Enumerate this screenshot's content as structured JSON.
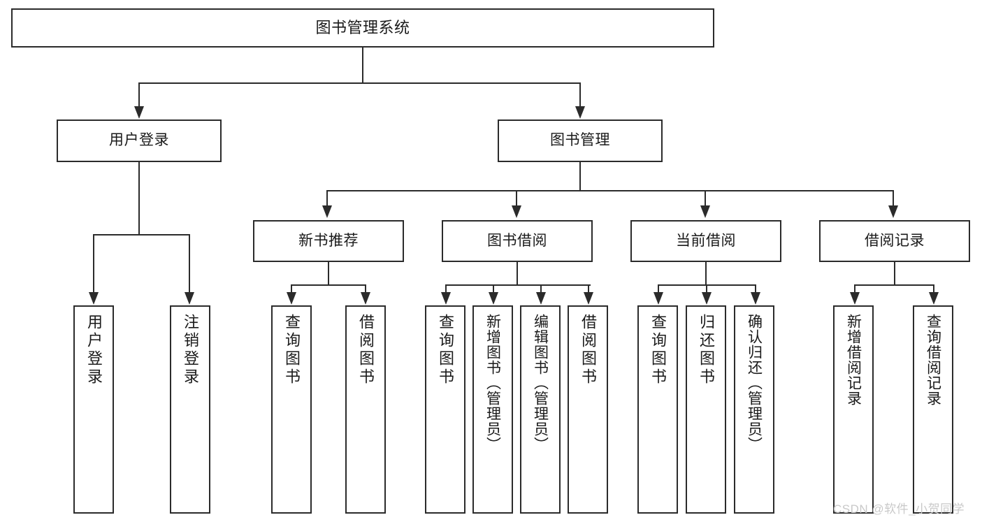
{
  "diagram": {
    "title": "图书管理系统",
    "type": "hierarchy-tree",
    "root": {
      "label": "图书管理系统"
    },
    "level1": [
      {
        "label": "用户登录"
      },
      {
        "label": "图书管理"
      }
    ],
    "level2": [
      {
        "label": "新书推荐"
      },
      {
        "label": "图书借阅"
      },
      {
        "label": "当前借阅"
      },
      {
        "label": "借阅记录"
      }
    ],
    "leaves": {
      "user_login": [
        {
          "label": "用户登录"
        },
        {
          "label": "注销登录"
        }
      ],
      "new_book_recommend": [
        {
          "label": "查询图书"
        },
        {
          "label": "借阅图书"
        }
      ],
      "book_borrow": [
        {
          "label": "查询图书"
        },
        {
          "label": "新增图书（管理员）"
        },
        {
          "label": "编辑图书（管理员）"
        },
        {
          "label": "借阅图书"
        }
      ],
      "current_borrow": [
        {
          "label": "查询图书"
        },
        {
          "label": "归还图书"
        },
        {
          "label": "确认归还（管理员）"
        }
      ],
      "borrow_record": [
        {
          "label": "新增借阅记录"
        },
        {
          "label": "查询借阅记录"
        }
      ]
    }
  },
  "watermark": {
    "text": "CSDN @软件_小贺同学"
  },
  "colors": {
    "stroke": "#2b2b2b",
    "background": "#ffffff",
    "text": "#1a1a1a",
    "watermark": "#c9c9c9"
  }
}
